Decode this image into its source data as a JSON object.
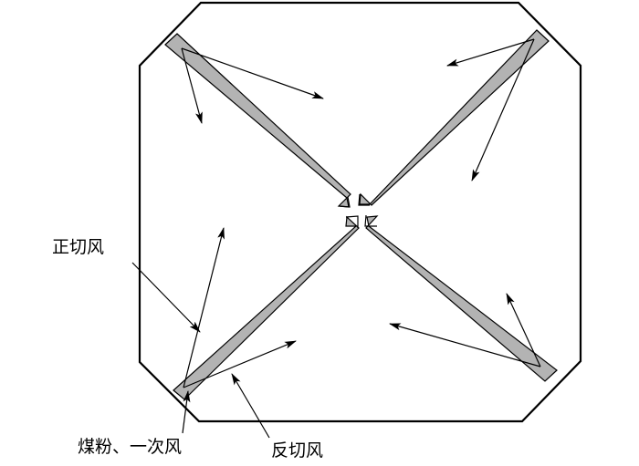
{
  "labels": {
    "positive_tangential_air": "正切风",
    "coal_primary_air": "煤粉、一次风",
    "reverse_tangential_air": "反切风"
  },
  "colors": {
    "outline": "#000000",
    "nozzle_fill": "#b3b3b3",
    "background": "#ffffff"
  }
}
